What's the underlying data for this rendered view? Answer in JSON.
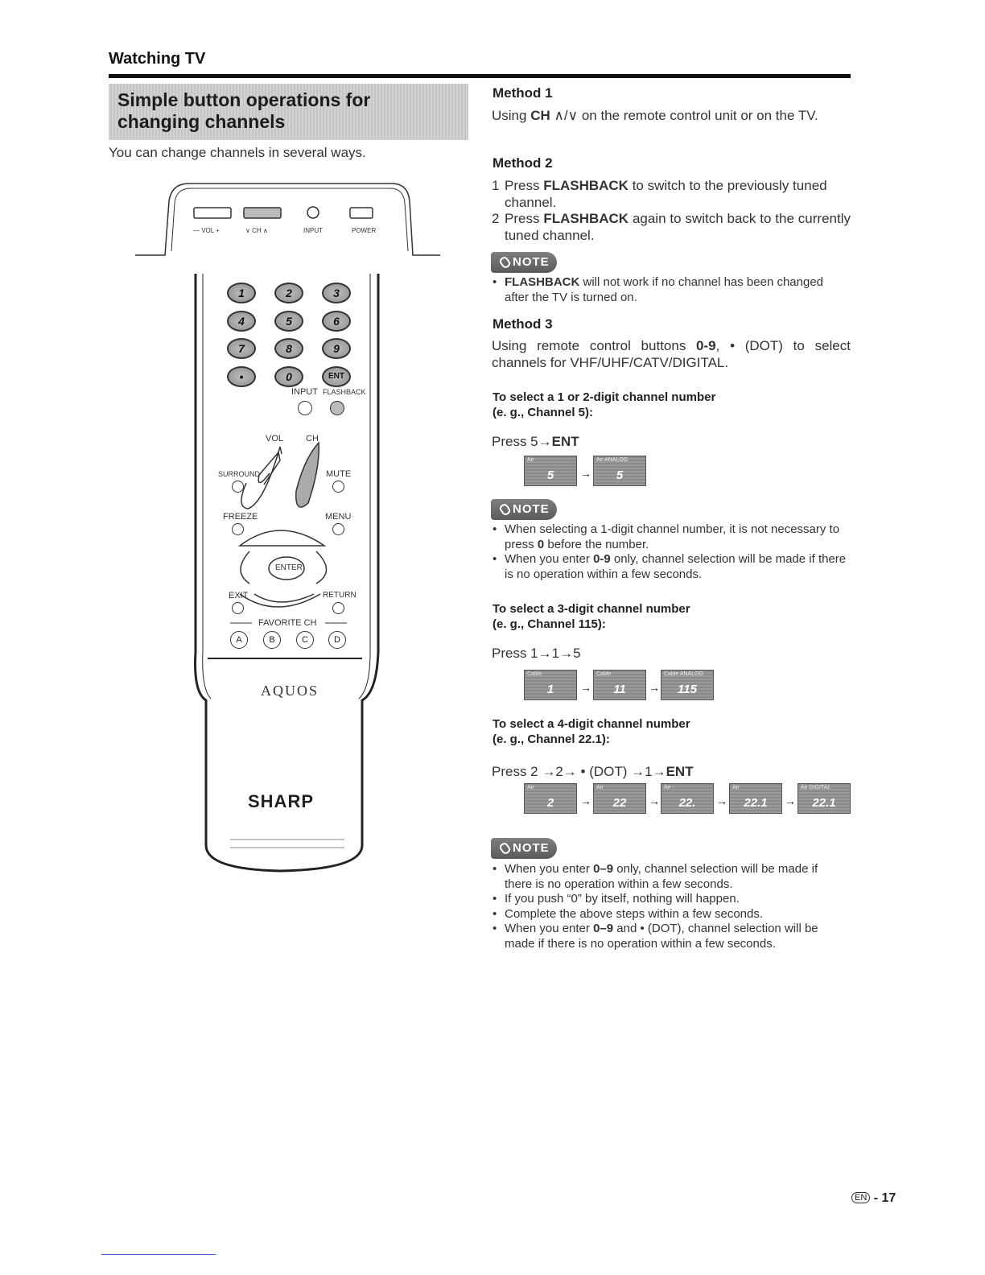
{
  "header": {
    "section": "Watching TV"
  },
  "title": {
    "line1": "Simple button operations for",
    "line2": "changing channels"
  },
  "intro": "You can change channels in several ways.",
  "tv_panel": {
    "vol": "— VOL +",
    "ch": "∨ CH ∧",
    "input": "INPUT",
    "power": "POWER"
  },
  "remote": {
    "keys": [
      "1",
      "2",
      "3",
      "4",
      "5",
      "6",
      "7",
      "8",
      "9",
      "•",
      "0",
      "ENT"
    ],
    "input": "INPUT",
    "flashback": "FLASHBACK",
    "vol": "VOL",
    "ch": "CH",
    "surround": "SURROUND",
    "mute": "MUTE",
    "freeze": "FREEZE",
    "menu": "MENU",
    "enter": "ENTER",
    "exit": "EXIT",
    "return": "RETURN",
    "favorite": "FAVORITE CH",
    "fav_keys": [
      "A",
      "B",
      "C",
      "D"
    ],
    "brand": "AQUOS",
    "maker": "SHARP"
  },
  "method1": {
    "heading": "Method 1",
    "pre": "Using ",
    "ch": "CH",
    "symbols": " ∧/∨ ",
    "post": "on the remote control unit or on the TV."
  },
  "method2": {
    "heading": "Method 2",
    "step1_num": "1",
    "step1_pre": "Press ",
    "step1_bold": "FLASHBACK",
    "step1_post": " to switch to the previously tuned channel.",
    "step2_num": "2",
    "step2_pre": "Press ",
    "step2_bold": "FLASHBACK",
    "step2_post": " again to switch back to the currently tuned channel."
  },
  "note_label": "NOTE",
  "note1": {
    "bold": "FLASHBACK",
    "text": " will not work if no channel has been changed after the TV is turned on."
  },
  "method3": {
    "heading": "Method 3",
    "pre": "Using remote control buttons ",
    "bold": "0-9",
    "post": ", • (DOT) to select channels for VHF/UHF/CATV/DIGITAL."
  },
  "sub1": {
    "line1": "To select a 1 or 2-digit channel number",
    "line2": "(e. g., Channel 5):",
    "press_pre": "Press 5→",
    "press_bold": "ENT"
  },
  "seq1": [
    {
      "label": "Air",
      "value": "5"
    },
    {
      "label": "Air   ANALOG",
      "value": "5"
    }
  ],
  "note2": [
    {
      "pre": "When selecting a 1-digit channel number, it is not necessary to press ",
      "bold": "0",
      "post": " before the number."
    },
    {
      "pre": "When you enter ",
      "bold": "0-9",
      "post": " only, channel selection will be made if there is no operation within a few seconds."
    }
  ],
  "sub2": {
    "line1": "To select a 3-digit channel number",
    "line2": "(e. g., Channel 115):",
    "press": "Press 1→1→5"
  },
  "seq2": [
    {
      "label": "Cable",
      "value": "1"
    },
    {
      "label": "Cable",
      "value": "11"
    },
    {
      "label": "Cable   ANALOG",
      "value": "115"
    }
  ],
  "sub3": {
    "line1": "To select a 4-digit channel number",
    "line2": "(e. g., Channel 22.1):",
    "press_pre": "Press 2 →2→ • (DOT) →1→",
    "press_bold": "ENT"
  },
  "seq3": [
    {
      "label": "Air",
      "value": "2"
    },
    {
      "label": "Air",
      "value": "22"
    },
    {
      "label": "Air   -",
      "value": "22."
    },
    {
      "label": "Air",
      "value": "22.1"
    },
    {
      "label": "Air   DIGITAL",
      "value": "22.1"
    }
  ],
  "note3": [
    {
      "pre": "When you enter ",
      "bold": "0–9",
      "post": " only, channel selection will be made if there is no operation within a few seconds."
    },
    {
      "pre": "If you push “0” by itself, nothing will happen.",
      "bold": "",
      "post": ""
    },
    {
      "pre": "Complete the above steps within a few seconds.",
      "bold": "",
      "post": ""
    },
    {
      "pre": "When you enter ",
      "bold": "0–9",
      "post": " and • (DOT), channel selection will be made if there is no operation within a few seconds."
    }
  ],
  "arrow": "→",
  "page": {
    "lang": "EN",
    "num": "- 17"
  }
}
